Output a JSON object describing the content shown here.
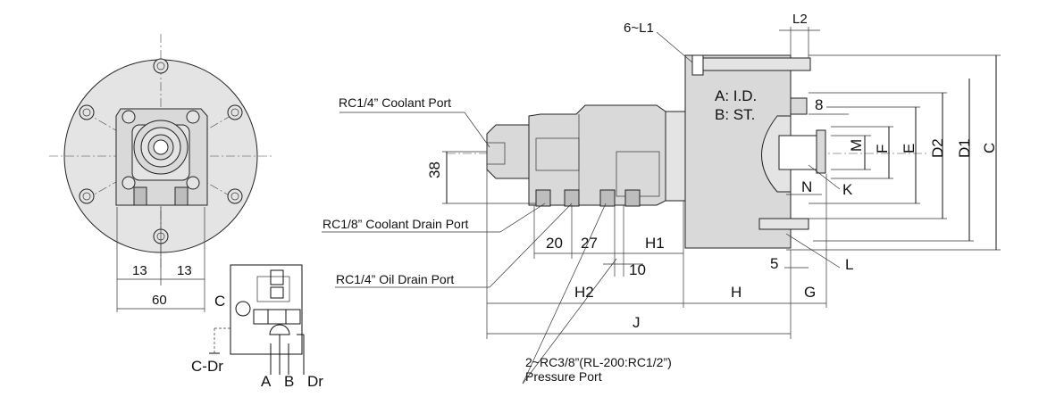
{
  "labels": {
    "coolant_port": "RC1/4”  Coolant Port",
    "coolant_drain_port": "RC1/8” Coolant Drain Port",
    "oil_drain_port": "RC1/4” Oil Drain Port",
    "pressure_port_line1": "2~RC3/8”(RL-200:RC1/2”)",
    "pressure_port_line2": "Pressure Port",
    "legend_a": "A: I.D.",
    "legend_b": "B: ST.",
    "bolt_holes": "6~L1"
  },
  "dimensions": {
    "front_13_left": "13",
    "front_13_right": "13",
    "front_60": "60",
    "d38": "38",
    "d20": "20",
    "d27": "27",
    "d10": "10",
    "h1": "H1",
    "h2": "H2",
    "h": "H",
    "g": "G",
    "j": "J",
    "l2": "L2",
    "d8": "8",
    "d5": "5",
    "m": "M",
    "f": "F",
    "e": "E",
    "d2": "D2",
    "d1": "D1",
    "c": "C",
    "n": "N",
    "k": "K",
    "l": "L"
  },
  "schematic": {
    "c": "C",
    "c_dr": "C-Dr",
    "a": "A",
    "b": "B",
    "dr": "Dr"
  }
}
